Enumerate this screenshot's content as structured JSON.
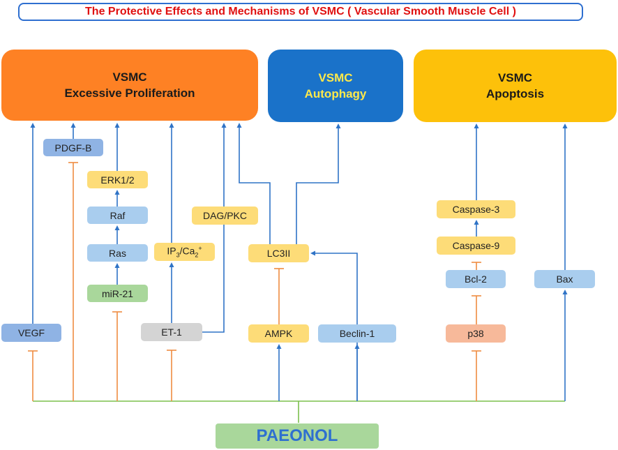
{
  "title": "The Protective Effects and Mechanisms of VSMC ( Vascular Smooth Muscle Cell )",
  "targets": {
    "proliferation": {
      "line1": "VSMC",
      "line2": "Excessive Proliferation"
    },
    "autophagy": {
      "line1": "VSMC",
      "line2": "Autophagy"
    },
    "apoptosis": {
      "line1": "VSMC",
      "line2": "Apoptosis"
    }
  },
  "nodes": {
    "pdgfb": "PDGF-B",
    "erk": "ERK1/2",
    "raf": "Raf",
    "ras": "Ras",
    "mir21": "miR-21",
    "vegf": "VEGF",
    "ip3_a": "IP",
    "ip3_b": "3",
    "ip3_c": "/Ca",
    "ip3_d": "2",
    "ip3_e": "+",
    "dagpkc": "DAG/PKC",
    "et1": "ET-1",
    "lc3": "LC3II",
    "ampk": "AMPK",
    "beclin": "Beclin-1",
    "casp3": "Caspase-3",
    "casp9": "Caspase-9",
    "bcl2": "Bcl-2",
    "p38": "p38",
    "bax": "Bax"
  },
  "source": "PAEONOL",
  "colors": {
    "proliferation": "#fe8124",
    "autophagy": "#1a72c9",
    "apoptosis": "#fdc10a",
    "activate": "#2f73c6",
    "inhibit": "#ef8c41",
    "trunk": "#7cc04d"
  }
}
